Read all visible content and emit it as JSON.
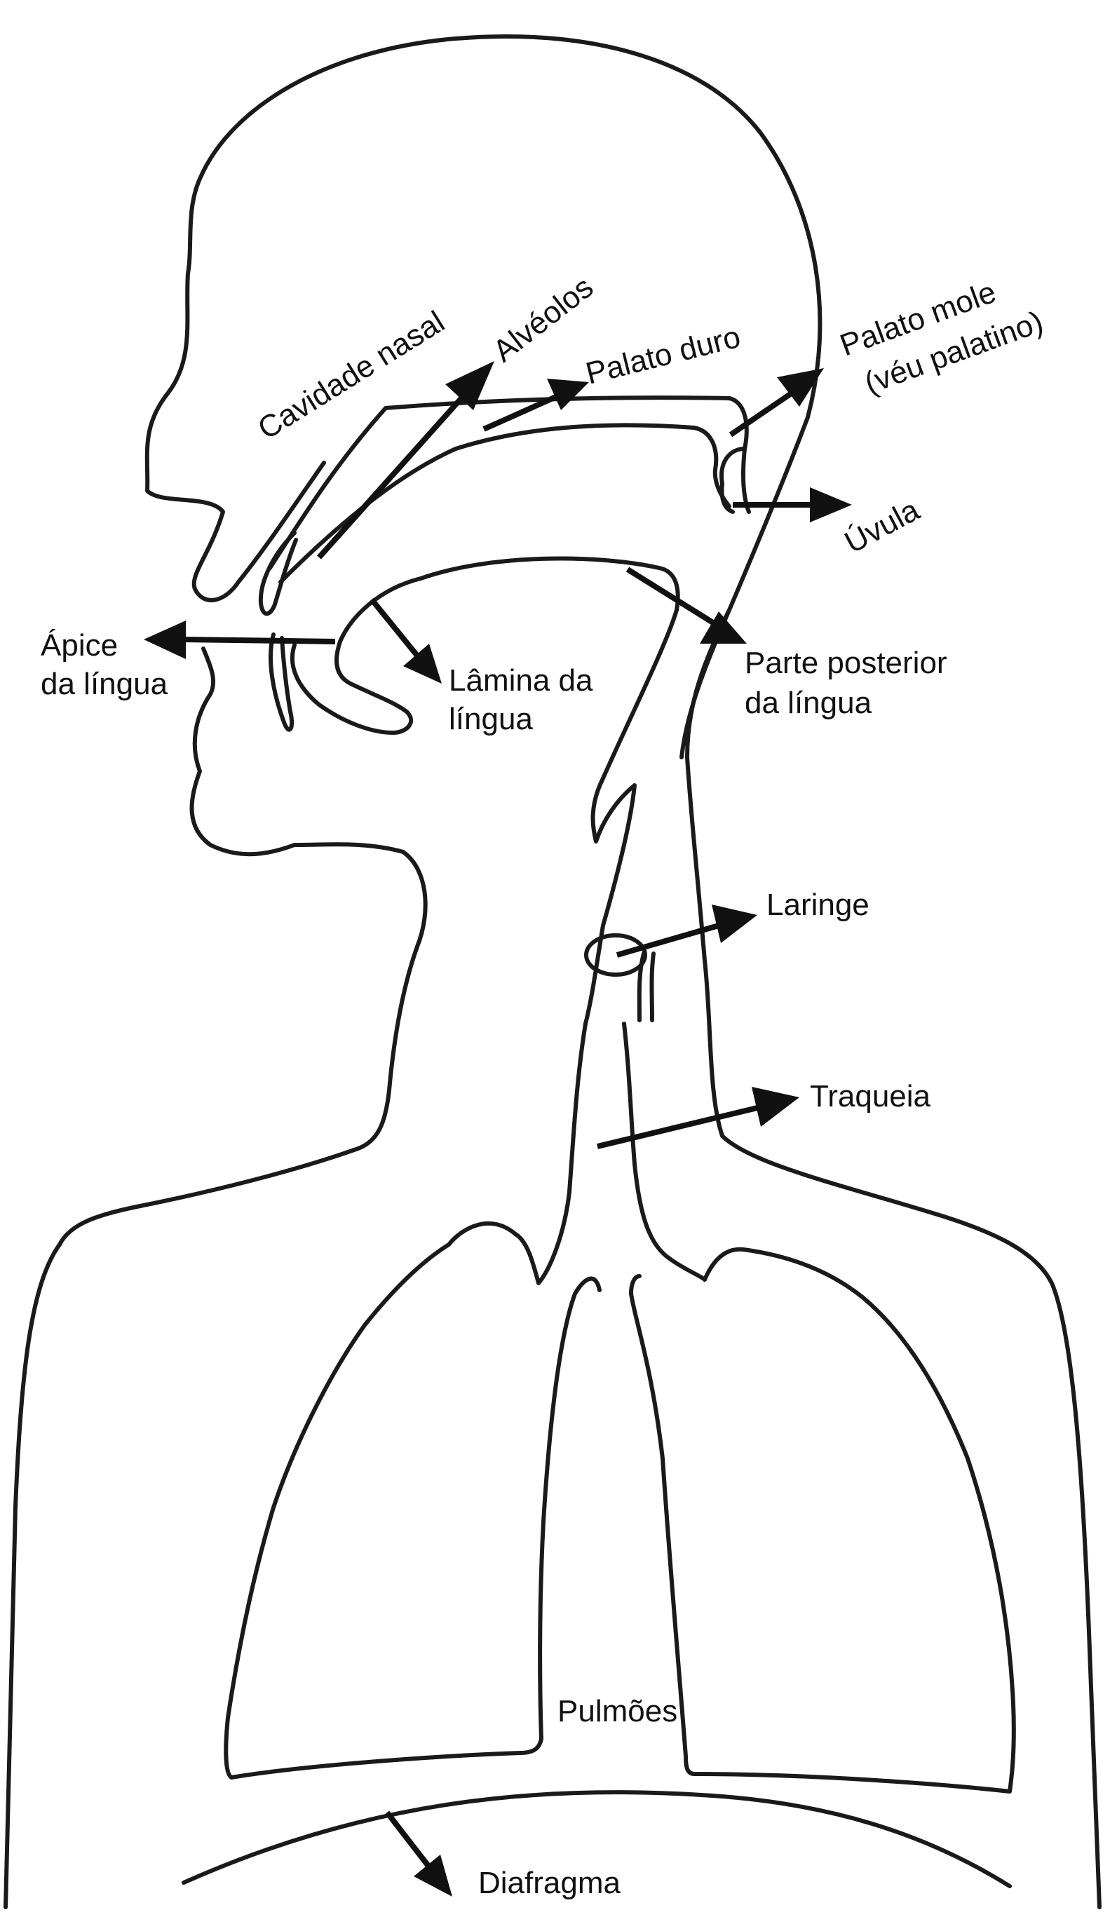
{
  "diagram": {
    "colors": {
      "line": "#1a1a1a",
      "arrow": "#111111",
      "background": "#ffffff"
    },
    "labels": {
      "cavidade_nasal": "Cavidade nasal",
      "alveolos": "Alvéolos",
      "palato_duro": "Palato duro",
      "palato_mole_line1": "Palato mole",
      "palato_mole_line2": "(véu palatino)",
      "uvula": "Úvula",
      "apice_line1": "Ápice",
      "apice_line2": "da língua",
      "lamina_line1": "Lâmina da",
      "lamina_line2": "língua",
      "parte_posterior_line1": "Parte posterior",
      "parte_posterior_line2": "da língua",
      "laringe": "Laringe",
      "traqueia": "Traqueia",
      "pulmoes": "Pulmões",
      "diafragma": "Diafragma"
    }
  }
}
